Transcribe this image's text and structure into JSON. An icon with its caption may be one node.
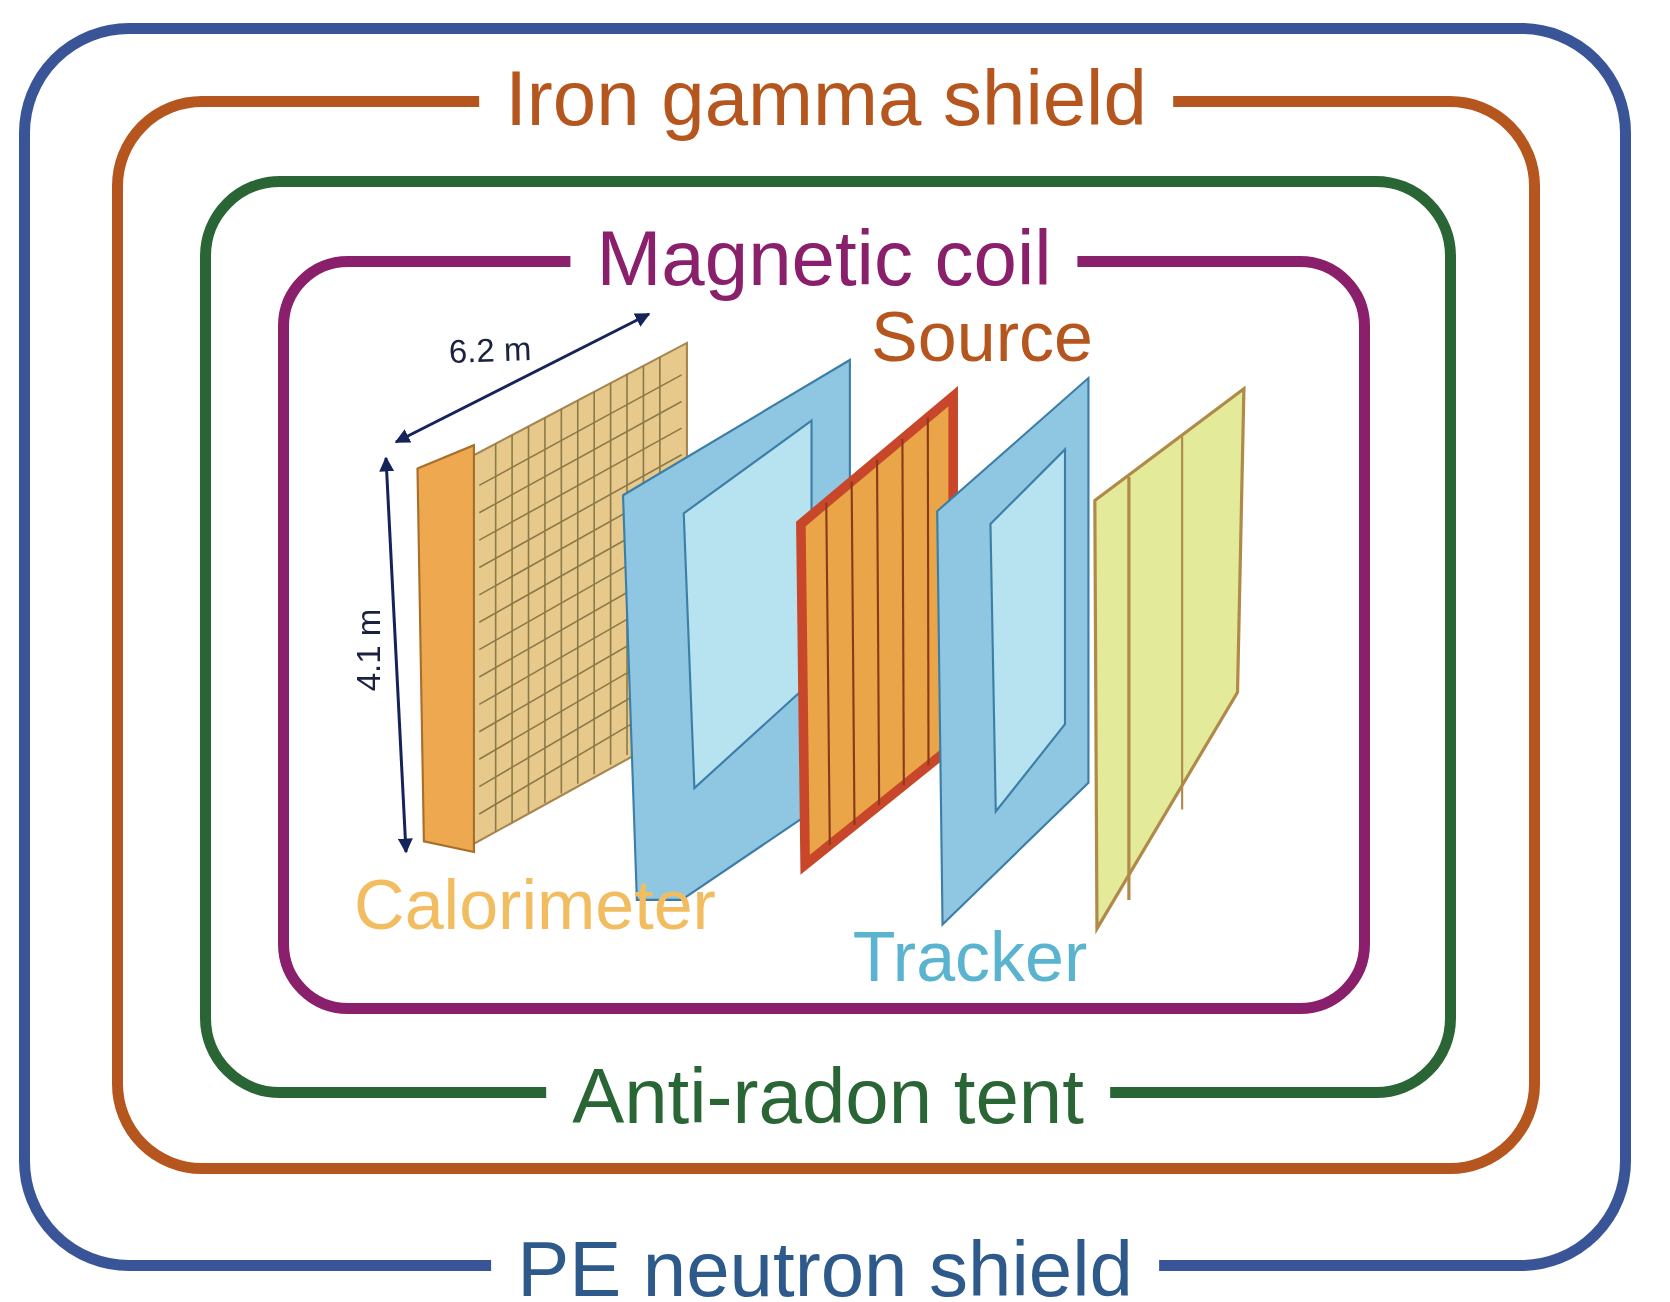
{
  "diagram": {
    "nodes": [
      {
        "text": [
          "PE neutron shield"
        ]
      },
      {
        "text": [
          "Iron gamma shield"
        ],
        "in": 0
      },
      {
        "text": [
          "Anti-radon tent"
        ],
        "in": 1
      },
      {
        "text": [
          "Magnetic coil"
        ],
        "in": 2
      }
    ],
    "labels": [
      "6.2 m",
      "Source",
      "4.1 m",
      "Calorimeter",
      "Tracker"
    ]
  }
}
